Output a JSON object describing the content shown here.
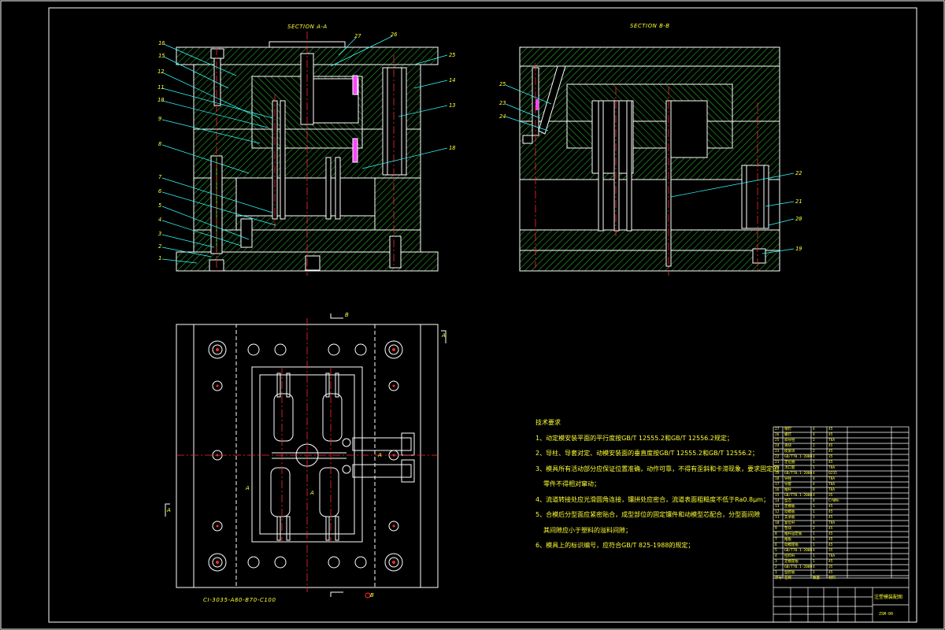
{
  "sections": {
    "a_title": "SECTION A-A",
    "b_title": "SECTION B-B"
  },
  "section_marks": {
    "top_b": "B",
    "bottom_b": "B",
    "right_a": "A",
    "left_a": "A",
    "mid_a_left": "A",
    "mid_a_right": "A",
    "gate_a": "A"
  },
  "callouts_a": [
    "16",
    "15",
    "12",
    "11",
    "10",
    "9",
    "8",
    "7",
    "6",
    "5",
    "4",
    "3",
    "2",
    "1",
    "27",
    "26",
    "25",
    "14",
    "13",
    "18"
  ],
  "callouts_b": [
    "25",
    "23",
    "24",
    "22",
    "21",
    "20",
    "19"
  ],
  "notes": {
    "title": "技术要求",
    "items": [
      "1、动定模安装平面的平行度按GB/T 12555.2和GB/T 12556.2规定；",
      "2、导柱、导套对定、动模安装面的垂直度按GB/T 12555.2和GB/T 12556.2；",
      "3、模具所有活动部分应保证位置准确，动作可靠，不得有歪斜和卡滞现象，要求固定的",
      "零件不得相对窜动；",
      "4、流道转接处应光滑圆角连接，镶拼处应密合，流道表面粗糙度不低于Ra0.8μm；",
      "5、合模后分型面应紧密贴合，成型部位的固定镶件和动模型芯配合，分型面间隙",
      "其间隙应小于塑料的溢料间隙；",
      "6、模具上的标识编号，应符合GB/T 825-1988的规定；"
    ]
  },
  "mold_code": "CI-3035-A80-B70-C100",
  "title_block": {
    "rows": [
      {
        "no": "27",
        "name": "销钉",
        "qty": "4",
        "mat": "45"
      },
      {
        "no": "26",
        "name": "螺钉",
        "qty": "4",
        "mat": "45"
      },
      {
        "no": "25",
        "name": "斜导柱",
        "qty": "2",
        "mat": "T8A"
      },
      {
        "no": "24",
        "name": "滑块",
        "qty": "2",
        "mat": "45"
      },
      {
        "no": "23",
        "name": "楔紧块",
        "qty": "2",
        "mat": "45"
      },
      {
        "no": "22",
        "name": "GB/T70.1-2000",
        "qty": "4",
        "mat": "35"
      },
      {
        "no": "21",
        "name": "定位圈",
        "qty": "1",
        "mat": "45"
      },
      {
        "no": "20",
        "name": "浇口套",
        "qty": "1",
        "mat": "T8A"
      },
      {
        "no": "19",
        "name": "GB/T70.1-2000",
        "qty": "4",
        "mat": "Q235"
      },
      {
        "no": "18",
        "name": "导柱",
        "qty": "4",
        "mat": "T8A"
      },
      {
        "no": "17",
        "name": "导套",
        "qty": "4",
        "mat": "T8A"
      },
      {
        "no": "16",
        "name": "推杆",
        "qty": "8",
        "mat": "T8A"
      },
      {
        "no": "15",
        "name": "GB/T70.1-2000",
        "qty": "4",
        "mat": "35"
      },
      {
        "no": "14",
        "name": "型芯",
        "qty": "4",
        "mat": "CrWMn"
      },
      {
        "no": "13",
        "name": "定模板",
        "qty": "1",
        "mat": "45"
      },
      {
        "no": "12",
        "name": "动模板",
        "qty": "1",
        "mat": "45"
      },
      {
        "no": "11",
        "name": "支承板",
        "qty": "1",
        "mat": "45"
      },
      {
        "no": "10",
        "name": "复位杆",
        "qty": "4",
        "mat": "T8A"
      },
      {
        "no": "9",
        "name": "垫块",
        "qty": "2",
        "mat": "45"
      },
      {
        "no": "8",
        "name": "推杆固定板",
        "qty": "1",
        "mat": "45"
      },
      {
        "no": "7",
        "name": "推板",
        "qty": "1",
        "mat": "45"
      },
      {
        "no": "6",
        "name": "动模座板",
        "qty": "1",
        "mat": "45"
      },
      {
        "no": "5",
        "name": "GB/T70.1-2000",
        "qty": "4",
        "mat": "35"
      },
      {
        "no": "4",
        "name": "拉料杆",
        "qty": "1",
        "mat": "T8A"
      },
      {
        "no": "3",
        "name": "定模座板",
        "qty": "1",
        "mat": "45"
      },
      {
        "no": "2",
        "name": "GB/T70.1-2000",
        "qty": "4",
        "mat": "35"
      },
      {
        "no": "1",
        "name": "型腔板",
        "qty": "1",
        "mat": "45"
      }
    ],
    "header": {
      "no": "序号",
      "name": "名称",
      "qty": "数量",
      "mat": "材料"
    },
    "drawing_title": "注塑模装配图",
    "drawing_no": "ZSM-00"
  },
  "colors": {
    "line_white": "#ffffff",
    "hatch_green": "#33cc33",
    "callout_cyan": "#33ffff",
    "center_red": "#ff2a2a",
    "text_yellow": "#ffff33",
    "part_magenta": "#ff44ff"
  }
}
